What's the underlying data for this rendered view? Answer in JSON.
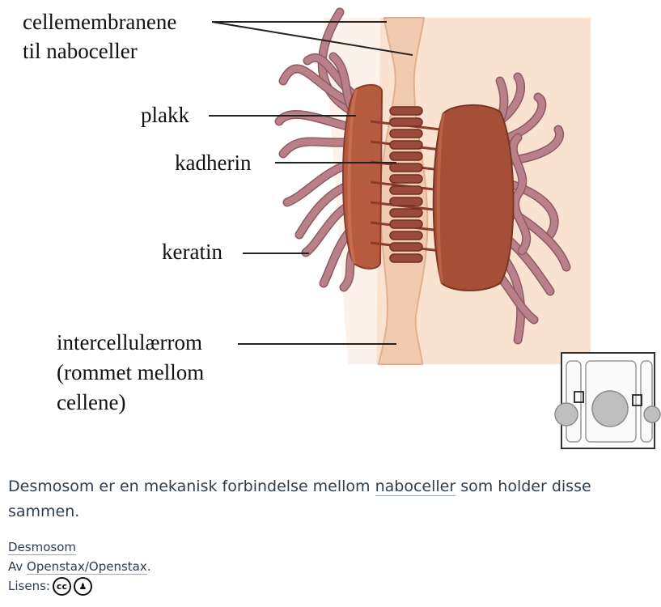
{
  "figure": {
    "labels": {
      "membranes_line1": "cellemembranene",
      "membranes_line2": "til naboceller",
      "plaque": "plakk",
      "cadherin": "kadherin",
      "keratin": "keratin",
      "intercellular_line1": "intercellulærrom",
      "intercellular_line2": "(rommet mellom",
      "intercellular_line3": "cellene)"
    },
    "colors": {
      "cell_bg": "#f9e3d0",
      "membrane_band": "#f3d0b4",
      "plaque": "#b65b40",
      "filament": "#b98089",
      "cadherin": "#9a4a3a"
    }
  },
  "caption": {
    "before": "Desmosom er en mekanisk forbindelse mellom ",
    "link": "naboceller",
    "after": " som holder disse sammen."
  },
  "credit": {
    "title": "Desmosom",
    "by_prefix": "Av ",
    "author": "Openstax/Openstax",
    "by_suffix": ".",
    "license_label": "Lisens:",
    "license_icons": [
      "cc-icon",
      "by-icon"
    ]
  }
}
